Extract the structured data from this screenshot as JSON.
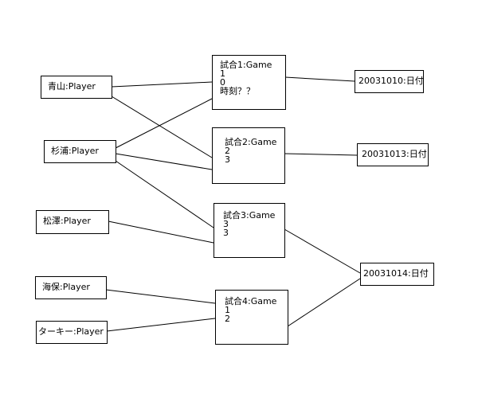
{
  "players": [
    {
      "label": "青山:Player"
    },
    {
      "label": "杉浦:Player"
    },
    {
      "label": "松澤:Player"
    },
    {
      "label": "海保:Player"
    },
    {
      "label": "ターキー:Player"
    }
  ],
  "games": [
    {
      "lines": [
        "試合1:Game",
        "1",
        "0",
        "時刻？？"
      ]
    },
    {
      "lines": [
        "試合2:Game",
        "2",
        "3"
      ]
    },
    {
      "lines": [
        "試合3:Game",
        "3",
        "3"
      ]
    },
    {
      "lines": [
        "試合4:Game",
        "1",
        "2"
      ]
    }
  ],
  "dates": [
    {
      "label": "20031010:日付"
    },
    {
      "label": "20031013:日付"
    },
    {
      "label": "20031014:日付"
    }
  ]
}
